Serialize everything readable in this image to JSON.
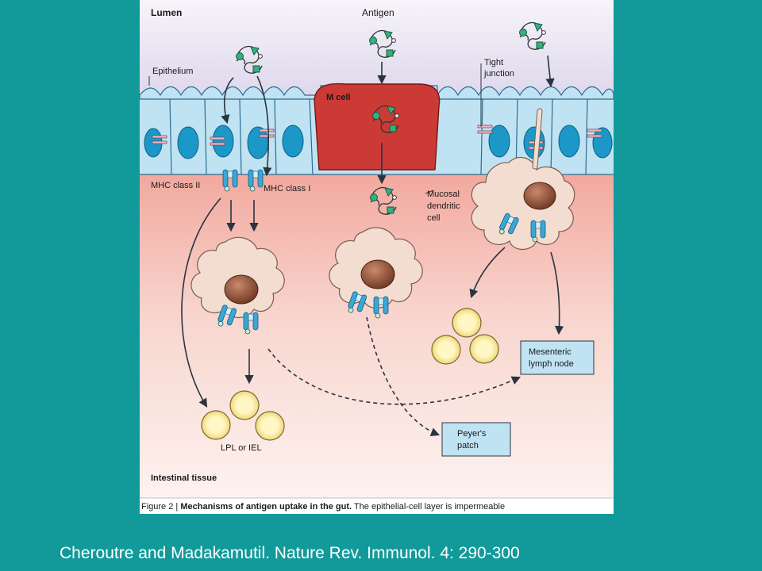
{
  "slide": {
    "background_color": "#129a9b",
    "citation": "Cheroutre and Madakamutil.  Nature Rev. Immunol. 4: 290-300"
  },
  "figure": {
    "labels": {
      "lumen": "Lumen",
      "antigen": "Antigen",
      "epithelium": "Epithelium",
      "tight_junction_line1": "Tight",
      "tight_junction_line2": "junction",
      "m_cell": "M cell",
      "mhc_class_ii": "MHC class II",
      "mhc_class_i": "MHC class I",
      "mucosal_dc_line1": "Mucosal",
      "mucosal_dc_line2": "dendritic",
      "mucosal_dc_line3": "cell",
      "mesenteric_line1": "Mesenteric",
      "mesenteric_line2": "lymph node",
      "peyers_line1": "Peyer's",
      "peyers_line2": "patch",
      "lpl_iel": "LPL or IEL",
      "intestinal_tissue": "Intestinal tissue"
    },
    "caption": {
      "prefix": "Figure 2 | ",
      "title": "Mechanisms of antigen uptake in the gut.",
      "text": " The epithelial-cell layer is impermeable"
    },
    "colors": {
      "lumen": "#ece8f4",
      "tissue": "#f6c7bd",
      "epithelial_cell": "#bfe3f2",
      "nucleus": "#1d9ac9",
      "m_cell": "#cc3a35",
      "dendritic_cell": "#f2ddd0",
      "dc_nucleus": "#8a4a30",
      "lymphocyte": "#fbf1b0",
      "antigen_green": "#2fae86"
    }
  }
}
